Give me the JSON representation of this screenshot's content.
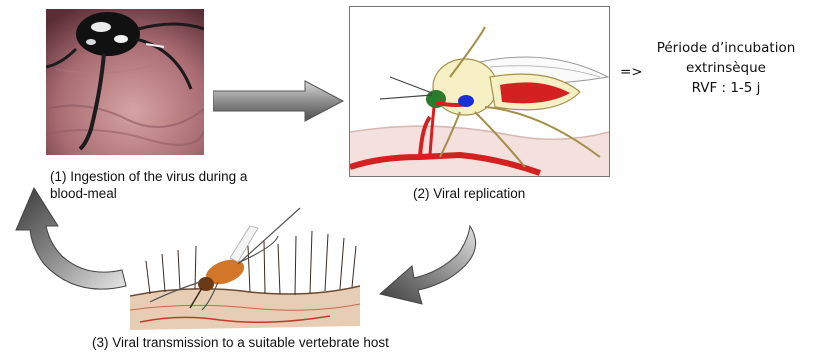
{
  "steps": [
    {
      "caption_line1": "(1) Ingestion of the virus during a",
      "caption_line2": "blood-meal"
    },
    {
      "caption": "(2) Viral replication"
    },
    {
      "caption": "(3) Viral transmission to a suitable vertebrate host"
    }
  ],
  "incubation": {
    "arrow": "=>",
    "line1": "Période d’incubation",
    "line2": "extrinsèque",
    "line3": "RVF : 1-5 j"
  },
  "colors": {
    "arrow_fill": "#8a8a8a",
    "arrow_dark": "#4a4a4a",
    "blood_red": "#d42020",
    "virus_blue": "#1a2fd8",
    "mosquito_body": "#f6f0c4"
  }
}
